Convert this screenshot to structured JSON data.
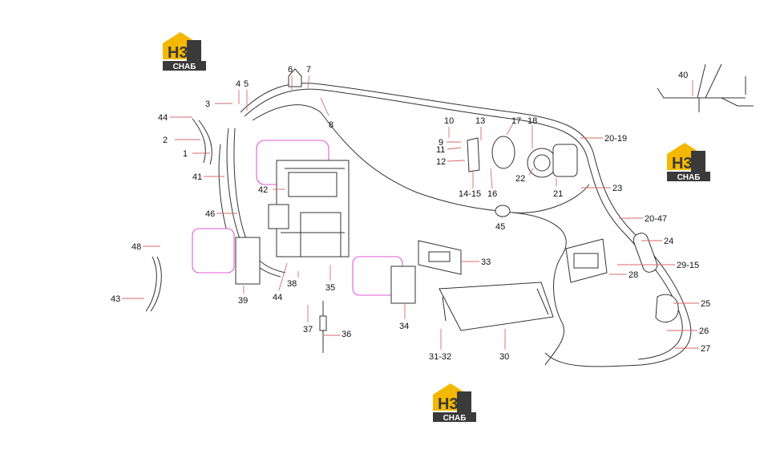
{
  "logo": {
    "letters": "H3",
    "subtitle": "СНАБ",
    "colors": {
      "house": "#f5b800",
      "dark": "#3a3a3a",
      "text": "#ffffff"
    }
  },
  "callouts": [
    "1",
    "2",
    "3",
    "4",
    "5",
    "6",
    "7",
    "8",
    "9",
    "10",
    "11",
    "12",
    "13",
    "14-15",
    "16",
    "17",
    "18",
    "20-19",
    "21",
    "22",
    "23",
    "20-47",
    "24",
    "25",
    "26",
    "27",
    "28",
    "29-15",
    "30",
    "31-32",
    "33",
    "34",
    "35",
    "36",
    "37",
    "38",
    "39",
    "40",
    "41",
    "42",
    "43",
    "44",
    "44",
    "45",
    "46",
    "48"
  ],
  "colors": {
    "leader": "#d86a6a",
    "line": "#333333",
    "highlight": "#e25ad6"
  }
}
